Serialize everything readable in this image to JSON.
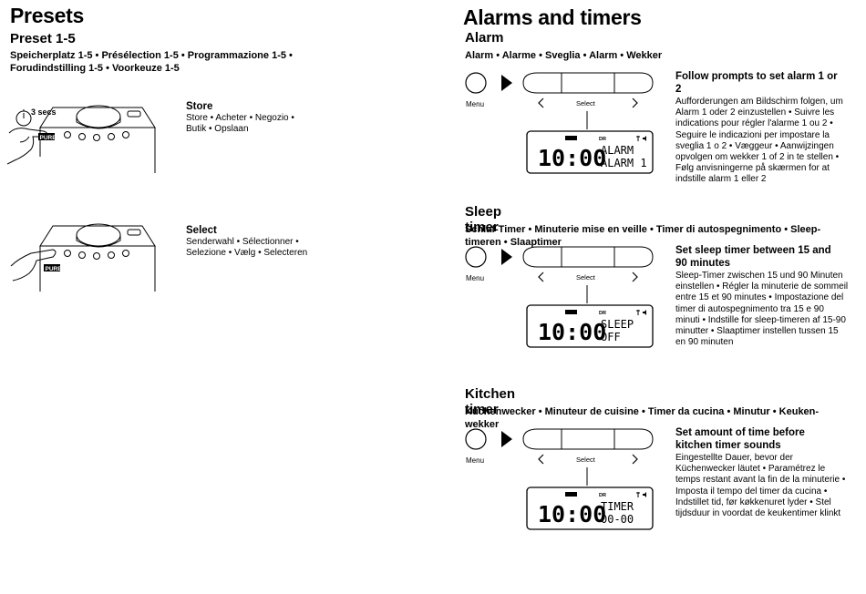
{
  "left": {
    "title": "Presets",
    "section_title": "Preset 1-5",
    "section_subtitle": "Speicherplatz 1-5 • Présélection 1-5 • Programmazione 1-5 • Forudindstilling 1-5 • Voorkeuze 1-5",
    "store": {
      "timer_label": "3 secs",
      "brand": "PURE",
      "title": "Store",
      "text": "Store • Acheter • Negozio • Butik • Opslaan"
    },
    "select": {
      "brand": "PURE",
      "title": "Select",
      "text": "Senderwahl • Sélectionner • Selezione • Vælg • Selecteren"
    }
  },
  "right": {
    "title": "Alarms and timers",
    "sections": [
      {
        "title": "Alarm",
        "subtitle": "Alarm • Alarme • Sveglia • Alarm • Wekker",
        "menu_label": "Menu",
        "select_label": "Select",
        "display": {
          "badge": "DR",
          "time": "10:00",
          "line1": "ALARM",
          "line2": "ALARM  1"
        },
        "step_title": "Follow prompts to set alarm 1 or 2",
        "step_text": "Aufforderungen am Bildschirm folgen, um Alarm 1 oder 2 einzustellen • Suivre les indications pour régler l'alarme 1 ou 2 • Seguire le indicazioni per impostare la sveglia 1 o 2 • Væggeur • Aanwijzingen opvolgen om wekker 1 of 2 in te stellen • Følg anvisningerne på skærmen for at indstille alarm 1 eller 2"
      },
      {
        "title": "Sleep timer",
        "subtitle": "Schlaf-Timer • Minuterie mise en veille • Timer di autospegnimento • Sleep-timeren • Slaaptimer",
        "menu_label": "Menu",
        "select_label": "Select",
        "display": {
          "badge": "DR",
          "time": "10:00",
          "line1": "SLEEP",
          "line2": "OFF"
        },
        "step_title": "Set sleep timer between 15 and 90 minutes",
        "step_text": "Sleep-Timer zwischen 15 und 90 Minuten einstellen • Régler la minuterie de sommeil entre 15 et 90 minutes • Impostazione del timer di autospegnimento tra 15 e 90 minuti • Indstille for sleep-timeren af 15-90 minutter • Slaaptimer instellen tussen 15 en 90 minuten"
      },
      {
        "title": "Kitchen timer",
        "subtitle": "Küchenwecker • Minuteur de cuisine • Timer da cucina • Minutur • Keuken-wekker",
        "menu_label": "Menu",
        "select_label": "Select",
        "display": {
          "badge": "DR",
          "time": "10:00",
          "line1": "TIMER",
          "line2": "00-00"
        },
        "step_title": "Set amount of time before kitchen timer sounds",
        "step_text": "Eingestellte Dauer, bevor der Küchenwecker läutet • Paramétrez le temps restant avant la fin de la minuterie • Imposta il tempo del timer da cucina • Indstillet tid, før køkkenuret lyder • Stel tijdsduur in voordat de keukentimer klinkt"
      }
    ]
  }
}
